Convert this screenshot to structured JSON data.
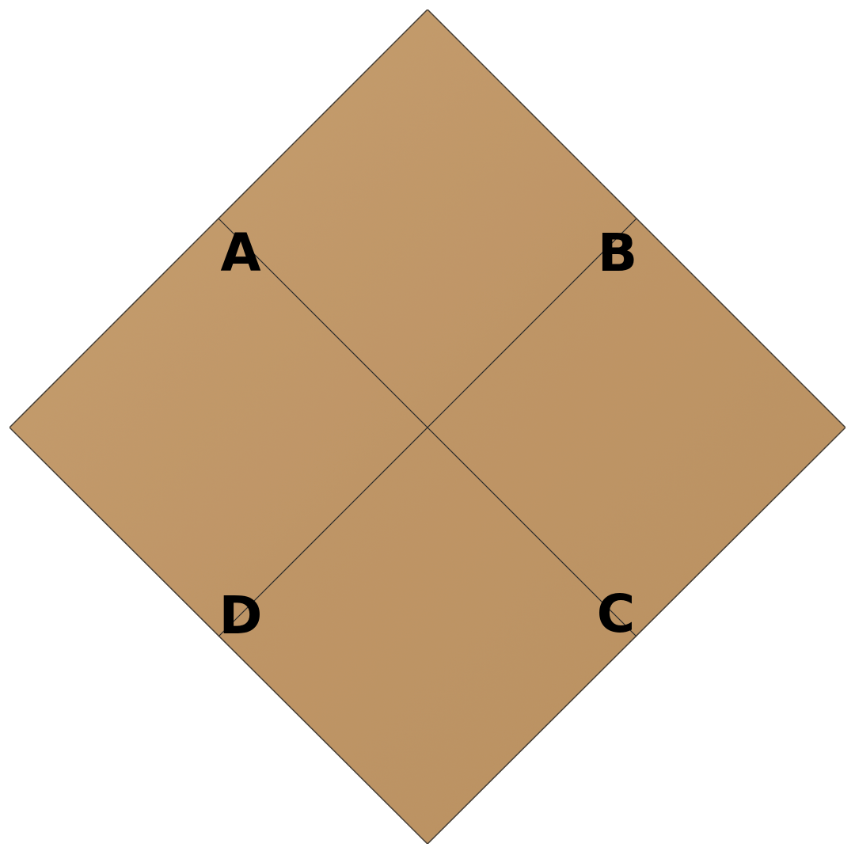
{
  "diagram": {
    "labels": {
      "a": "A",
      "b": "B",
      "c": "C",
      "d": "D"
    }
  },
  "colors": {
    "cardboard": "#c09565",
    "cardboard_light": "#c8a070",
    "cardboard_dark": "#b48858",
    "line": "#2a2a2a",
    "label": "#000000",
    "background": "#ffffff"
  }
}
